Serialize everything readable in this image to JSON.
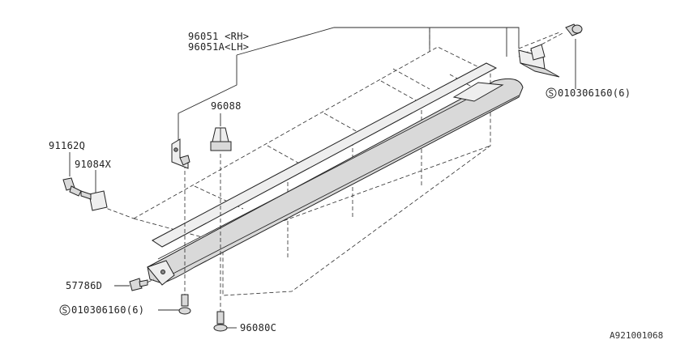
{
  "labels": {
    "p96051_rh": "96051 <RH>",
    "p96051a_lh": "96051A<LH>",
    "p96088": "96088",
    "p91162q": "91162Q",
    "p91084x": "91084X",
    "p57786d": "57786D",
    "p96080c": "96080C",
    "bolt_top": "010306160(6)",
    "bolt_bottom": "010306160(6)",
    "s_symbol": "S",
    "ref_code": "A921001068"
  }
}
